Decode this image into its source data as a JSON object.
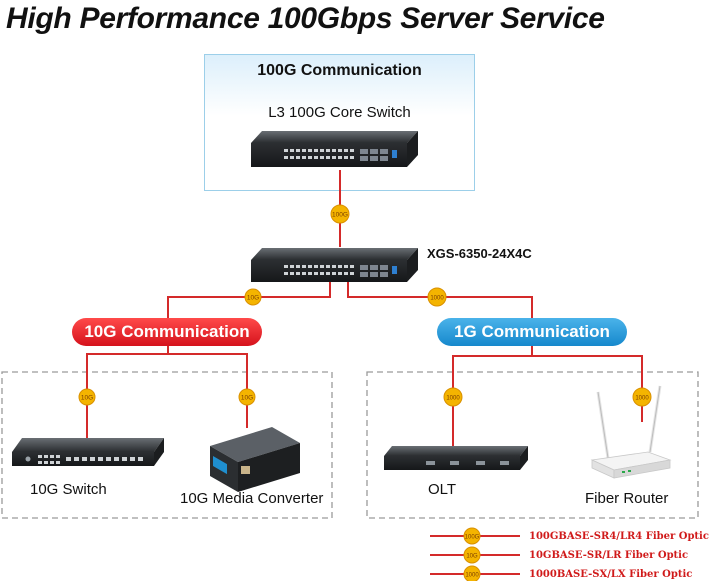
{
  "title": "High Performance 100Gbps Server Service",
  "core_section": {
    "title": "100G Communication",
    "device_label": "L3 100G Core Switch"
  },
  "model_label": "XGS-6350-24X4C",
  "groups": {
    "ten_g": {
      "label": "10G Communication",
      "color": "#e3161e"
    },
    "one_g": {
      "label": "1G Communication",
      "color": "#1a8fd2"
    }
  },
  "devices": {
    "ten_g_switch": "10G Switch",
    "media_converter": "10G Media Converter",
    "olt": "OLT",
    "fiber_router": "Fiber Router"
  },
  "link_badges": {
    "core_uplink": "100G",
    "to_10g_group": "10G",
    "to_1g_group": "1000",
    "to_10g_switch": "10G",
    "to_media_converter": "10G",
    "to_olt": "1000",
    "to_fiber_router": "1000"
  },
  "legend": [
    {
      "badge": "100G",
      "text": "100GBASE-SR4/LR4 Fiber Optic"
    },
    {
      "badge": "10G",
      "text": "10GBASE-SR/LR Fiber Optic"
    },
    {
      "badge": "1000",
      "text": "1000BASE-SX/LX Fiber Optic"
    }
  ],
  "colors": {
    "link": "#d42a2a",
    "badge": "#f4b400",
    "badge_border": "#d99000"
  }
}
